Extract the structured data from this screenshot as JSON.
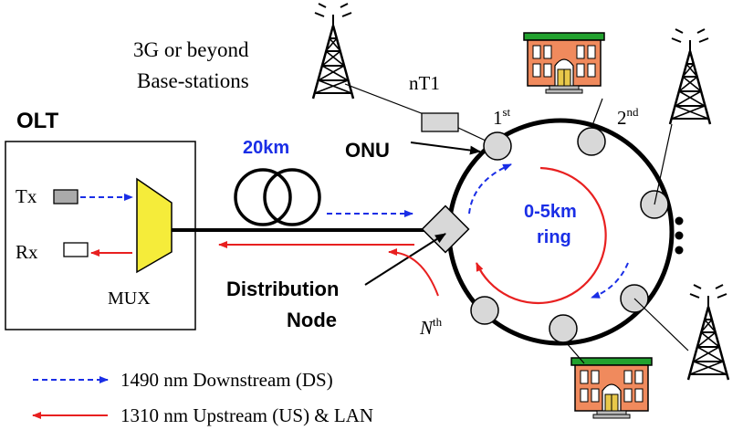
{
  "labels": {
    "olt": "OLT",
    "tx": "Tx",
    "rx": "Rx",
    "mux": "MUX",
    "distance": "20km",
    "onu": "ONU",
    "distribution_line1": "Distribution",
    "distribution_line2": "Node",
    "base_line1": "3G or beyond",
    "base_line2": "Base-stations",
    "nt1": "nT1",
    "first": "1",
    "first_sup": "st",
    "second": "2",
    "second_sup": "nd",
    "nth": "N",
    "nth_sup": "th",
    "ring_line1": "0-5km",
    "ring_line2": "ring"
  },
  "legend": {
    "downstream": "1490 nm Downstream (DS)",
    "upstream": "1310 nm Upstream (US) & LAN"
  },
  "colors": {
    "downstream": "#1a2ee6",
    "upstream": "#e82020",
    "mux_fill": "#f5ec3a",
    "node_fill": "#d8d8d8",
    "building_wall": "#f08a5d",
    "building_roof": "#22a12e",
    "ring_text": "#1a2ee6"
  }
}
